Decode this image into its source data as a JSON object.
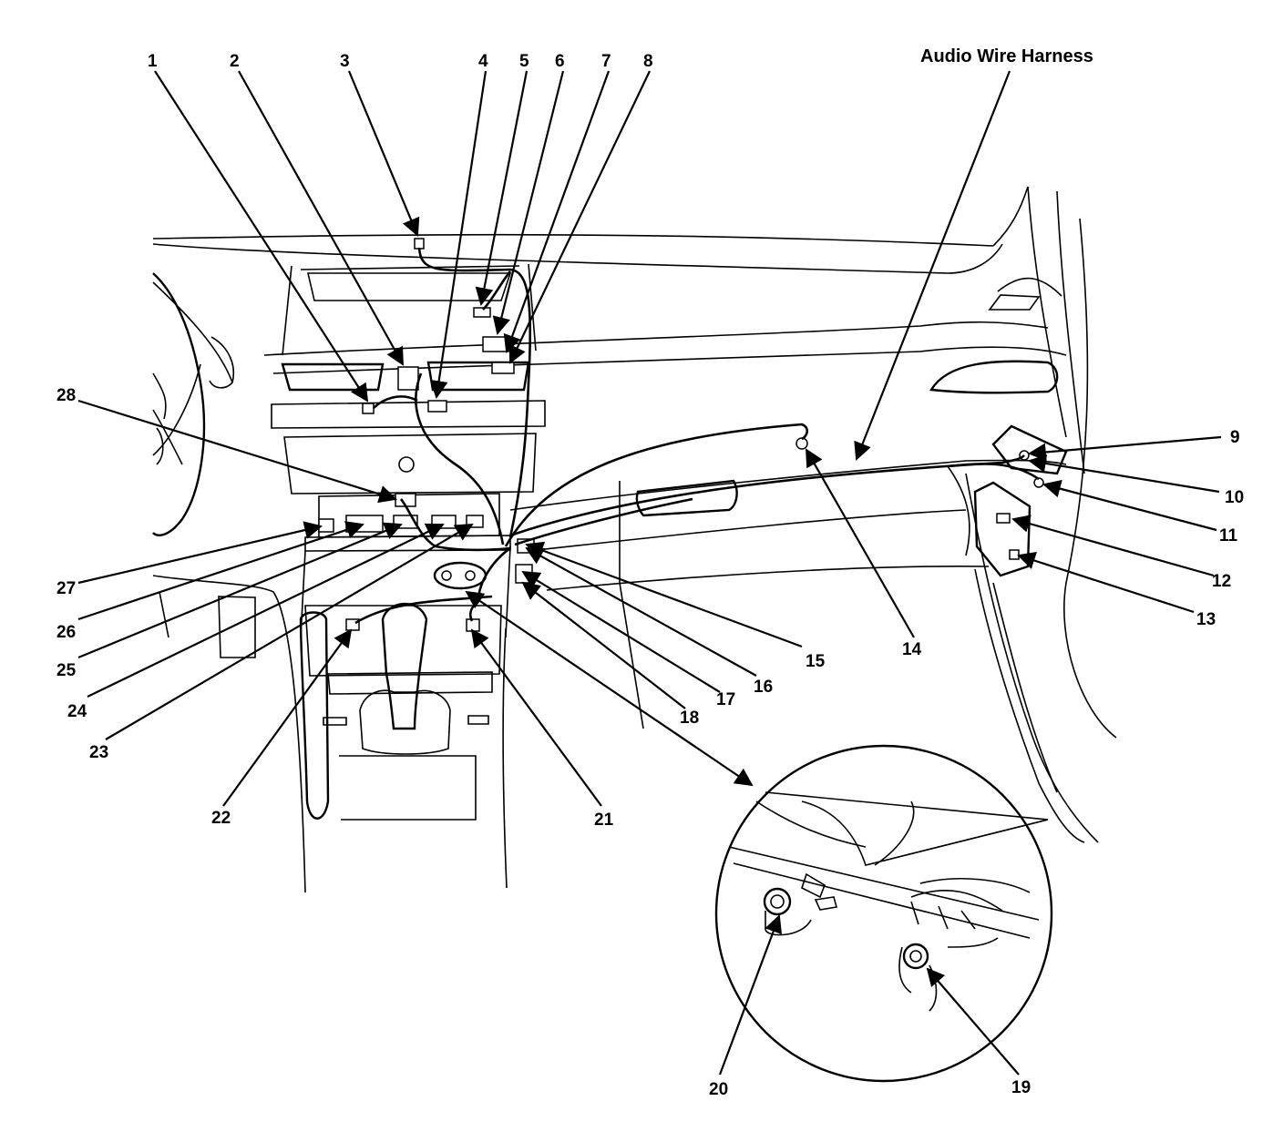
{
  "title": "Audio Wire Harness",
  "callouts": [
    "1",
    "2",
    "3",
    "4",
    "5",
    "6",
    "7",
    "8",
    "9",
    "10",
    "11",
    "12",
    "13",
    "14",
    "15",
    "16",
    "17",
    "18",
    "19",
    "20",
    "21",
    "22",
    "23",
    "24",
    "25",
    "26",
    "27",
    "28"
  ]
}
